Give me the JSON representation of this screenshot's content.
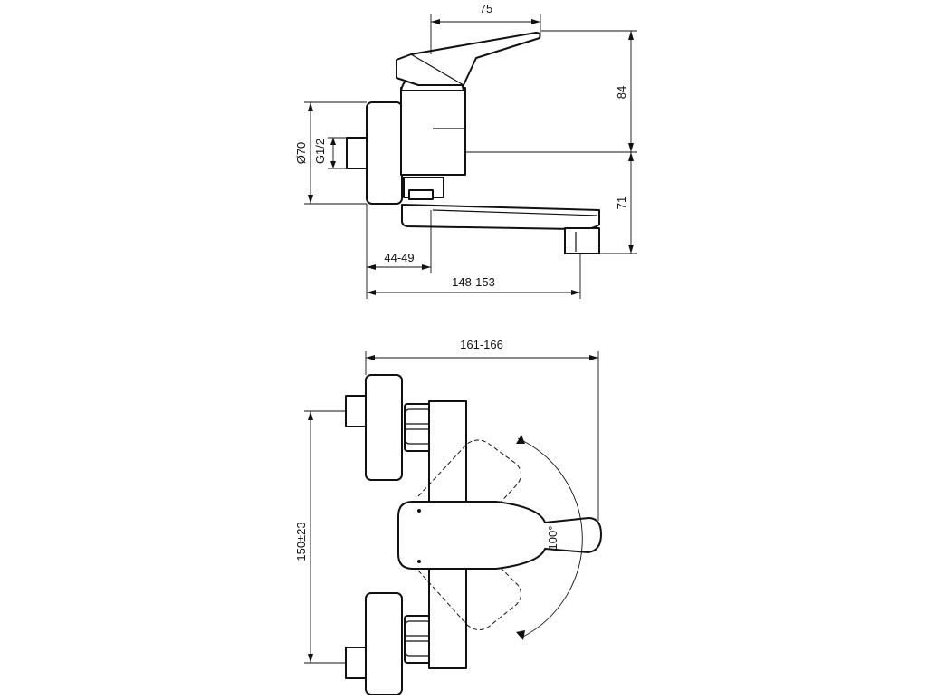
{
  "dimensions": {
    "lever_reach": "75",
    "lever_height": "84",
    "spout_drop": "71",
    "flange_diameter": "Ø70",
    "thread_size": "G1/2",
    "wall_offset": "44-49",
    "spout_projection": "148-153",
    "overall_depth": "161-166",
    "centre_distance": "150±23",
    "lever_rotation": "100°"
  }
}
